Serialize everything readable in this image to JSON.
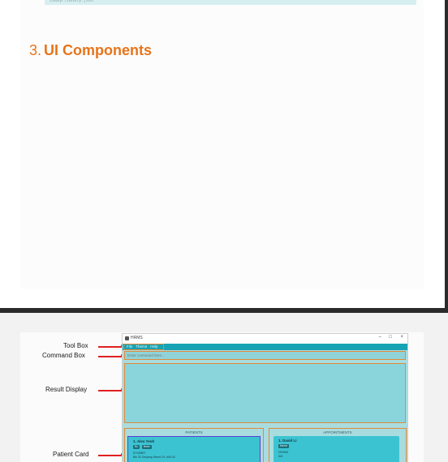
{
  "doc": {
    "code_strip_text": "isKeyFriendly.json",
    "section_number": "3.",
    "section_title": "UI Components"
  },
  "figure": {
    "annotations": {
      "tool_box": "Tool Box",
      "command_box": "Command Box",
      "result_display": "Result Display",
      "patient_card": "Patient Card"
    },
    "app": {
      "title": "HRMS",
      "window_controls": {
        "minimize": "–",
        "maximize": "□",
        "close": "×"
      },
      "menu": [
        "File",
        "Theme",
        "Help"
      ],
      "command_placeholder": "Enter command here...",
      "patients_title": "PATIENTS",
      "appointments_title": "APPOINTMENTS",
      "patient_card": {
        "name": "1. Alex Yeoh",
        "tags": [
          "flu",
          "fever"
        ],
        "phone": "87438807",
        "address": "Blk 30 Geylang Street 29, #06-40"
      },
      "appointment_card": {
        "name": "1. David Li",
        "tags": [
          "friend"
        ],
        "line1": "DD/MM",
        "line2": "AM"
      }
    },
    "accent_colors": {
      "annotation_arrow": "#e02020",
      "highlight_border": "#e08a3a",
      "heading": "#e8741a"
    }
  }
}
